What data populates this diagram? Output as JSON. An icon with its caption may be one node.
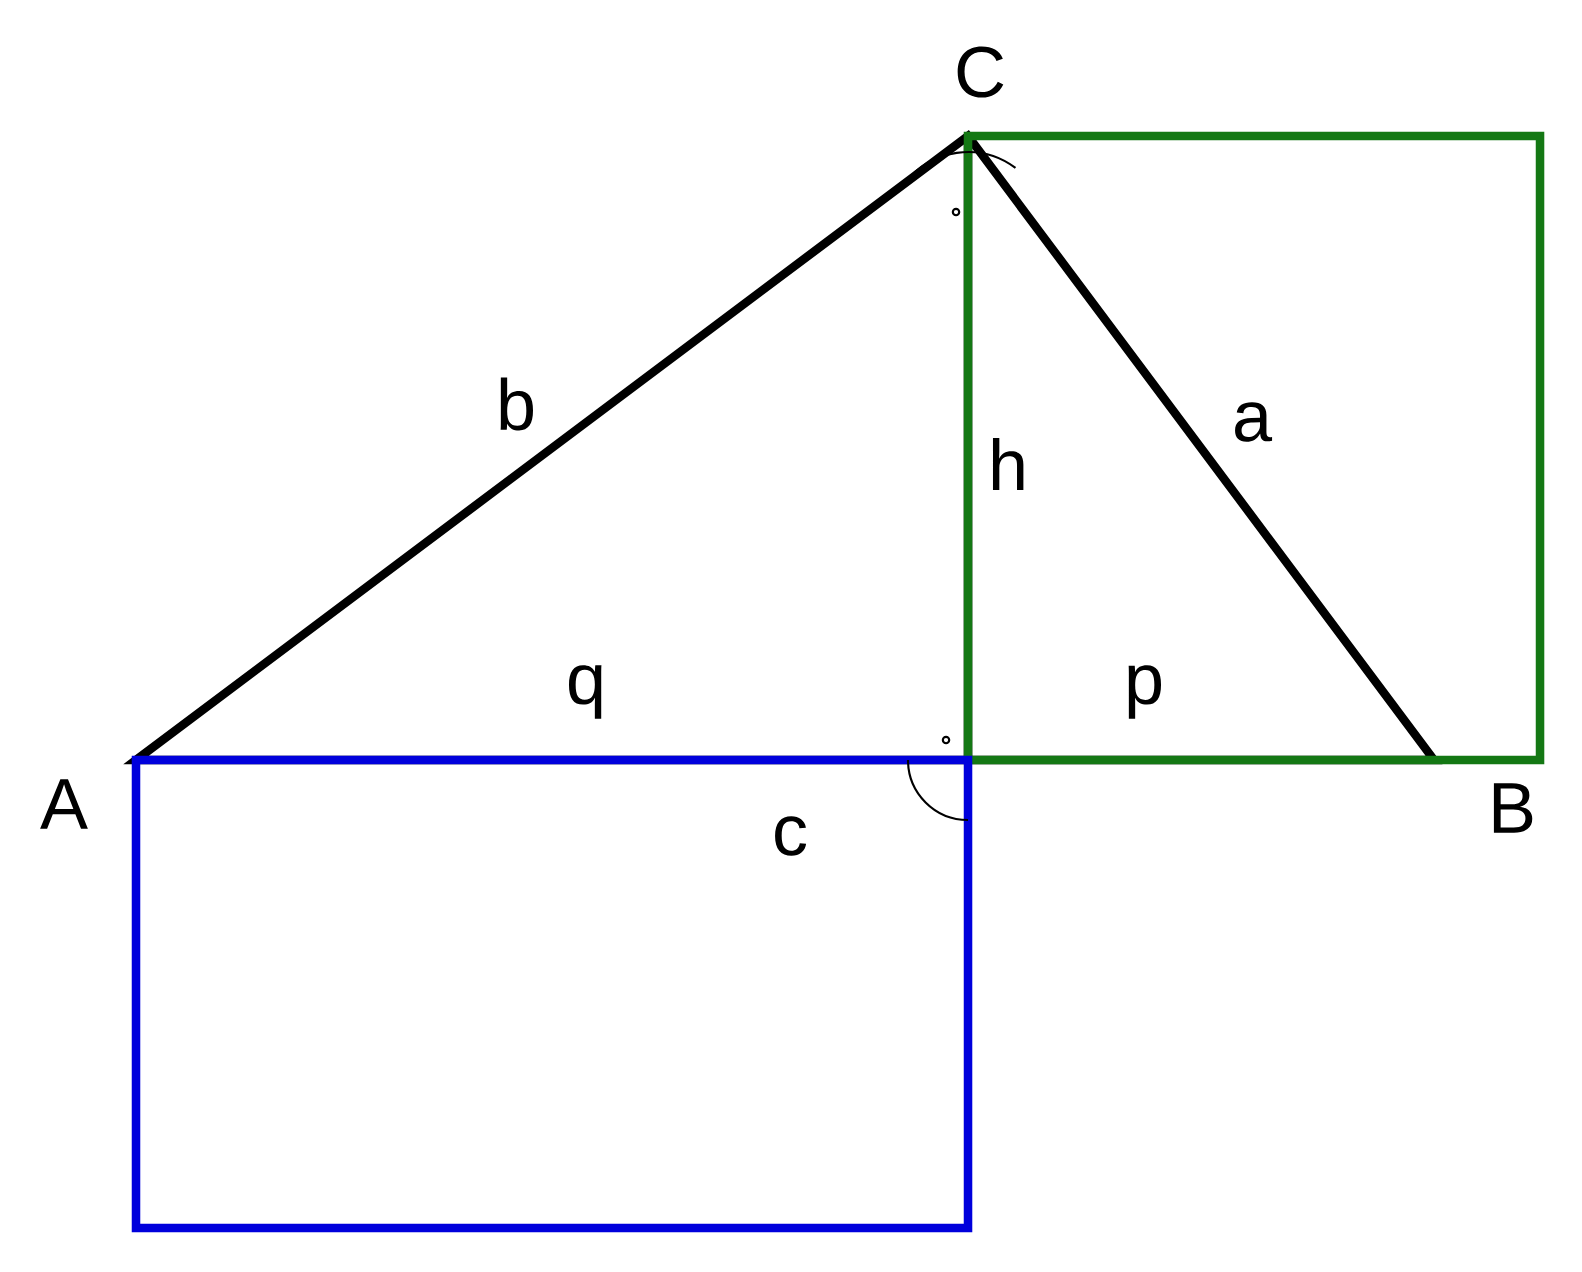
{
  "diagram": {
    "labels": [
      "C",
      "b",
      "h",
      "a",
      "q",
      "p",
      "A",
      "c",
      "B"
    ]
  }
}
